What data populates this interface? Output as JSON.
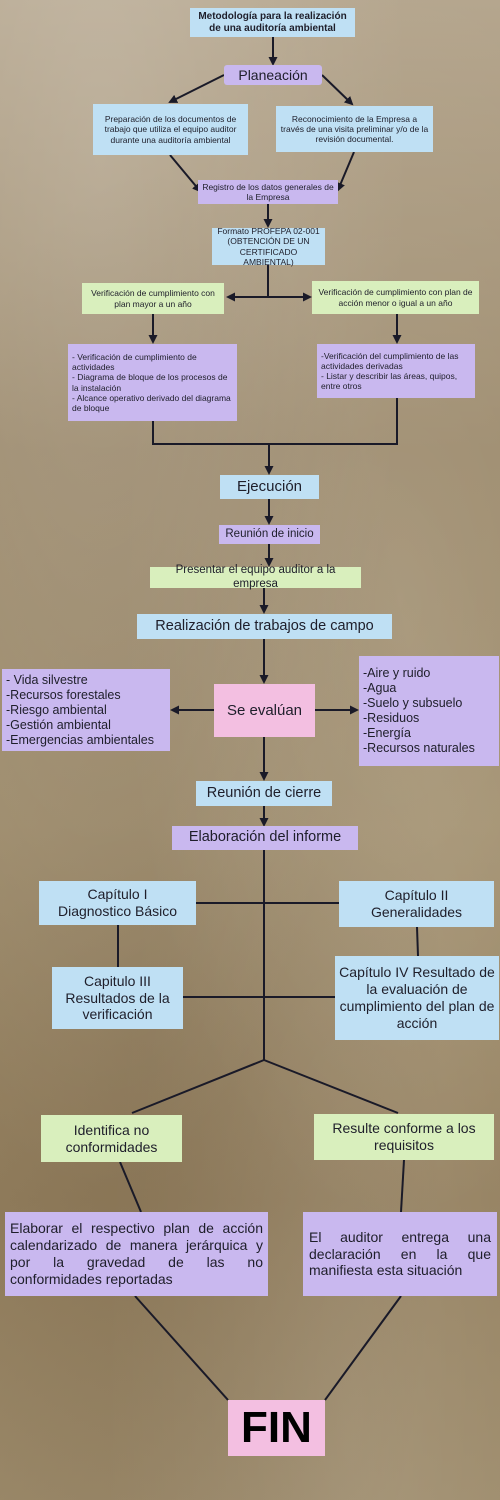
{
  "title": "Metodología para la realización\nde una auditoría ambiental",
  "planeacion": "Planeación",
  "prep_docs": "Preparación de los documentos de trabajo que utiliza el equipo auditor durante una auditoría ambiental",
  "reconocimiento": "Reconocimiento de la Empresa a través de una visita preliminar y/o de la revisión documental.",
  "registro": "Registro de los datos generales de la Empresa",
  "formato": "Formato PROFEPA 02-001\n(OBTENCIÓN DE UN\nCERTIFICADO AMBIENTAL)",
  "verif_mayor": "Verificación de cumplimiento con plan mayor a un año",
  "verif_menor": "Verificación de cumplimiento con plan de acción menor o igual a un año",
  "list_mayor": "- Verificación de cumplimiento de actividades\n- Diagrama de bloque de los procesos de la instalación\n- Alcance operativo derivado del diagrama de bloque",
  "list_menor": "-Verificación del cumplimiento de las actividades derivadas\n- Listar y describir las áreas, quipos, entre otros",
  "ejecucion": "Ejecución",
  "reunion_inicio": "Reunión de inicio",
  "presentar": "Presentar el equipo auditor a la empresa",
  "trabajos_campo": "Realización de trabajos de campo",
  "se_evaluan": "Se evalúan",
  "eval_left": "- Vida silvestre\n-Recursos forestales\n-Riesgo ambiental\n-Gestión ambiental\n-Emergencias ambientales",
  "eval_right": "-Aire y ruido\n-Agua\n-Suelo y subsuelo\n-Residuos\n-Energía\n-Recursos naturales",
  "reunion_cierre": "Reunión de cierre",
  "informe": "Elaboración del informe",
  "cap1": "Capítulo I\nDiagnostico Básico",
  "cap2": "Capítulo II\nGeneralidades",
  "cap3": "Capitulo III\nResultados de la\nverificación",
  "cap4": "Capítulo IV Resultado de la evaluación de cumplimiento del plan de acción",
  "identifica": "Identifica no\nconformidades",
  "conforme": "Resulte conforme a los\nrequisitos",
  "elaborar_plan": "Elaborar el respectivo plan de acción calendarizado de manera jerárquica y por la gravedad de las no conformidades reportadas",
  "auditor_entrega": "El auditor entrega una declaración en la que manifiesta esta situación",
  "fin": "FIN"
}
